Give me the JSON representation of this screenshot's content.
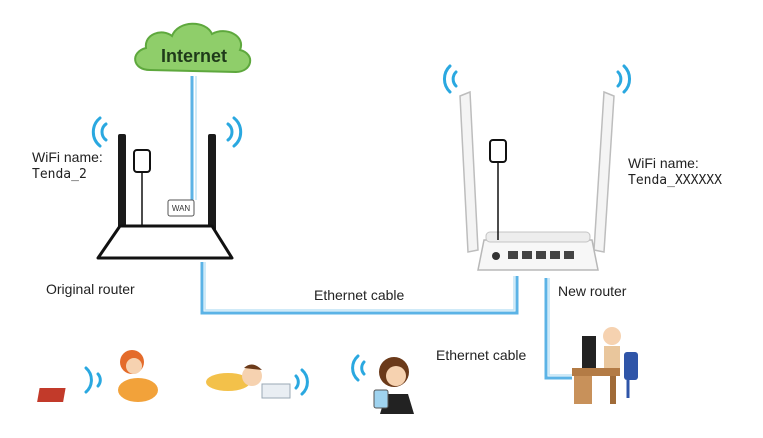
{
  "internet": {
    "label": "Internet"
  },
  "original_router": {
    "wifi_name_label": "WiFi name:",
    "wifi_name_value": "Tenda_2",
    "caption": "Original router",
    "port_label": "WAN"
  },
  "new_router": {
    "wifi_name_label": "WiFi name:",
    "wifi_name_value": "Tenda_XXXXXX",
    "caption": "New router"
  },
  "cables": {
    "router_link_label": "Ethernet cable",
    "pc_link_label": "Ethernet cable"
  },
  "colors": {
    "cloud": "#8fce6a",
    "cable": "#5bb3e6",
    "wifi_wave": "#2aa8e0",
    "router_body": "#f2f2f2"
  }
}
